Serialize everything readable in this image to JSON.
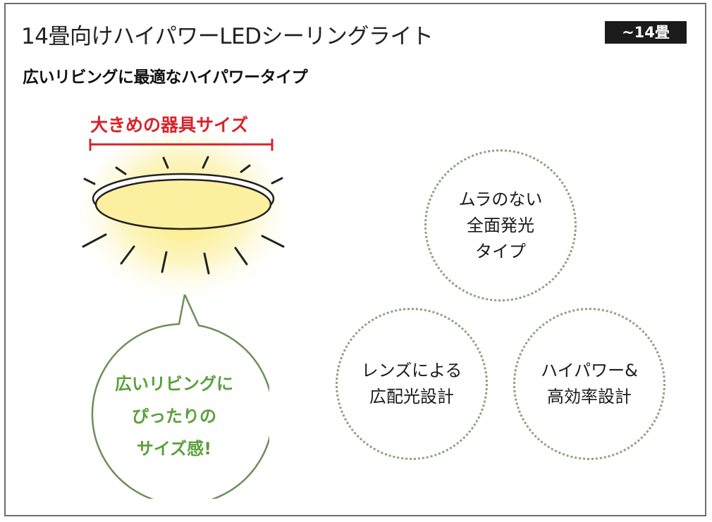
{
  "header": {
    "title": "14畳向けハイパワーLEDシーリングライト",
    "badge": "~14畳",
    "subtitle": "広いリビングに最適なハイパワータイプ"
  },
  "illustration": {
    "size_label": "大きめの器具サイズ",
    "callout_lines": [
      "広いリビングに",
      "ぴったりの",
      "サイズ感!"
    ],
    "colors": {
      "size_label": "#d8232a",
      "callout": "#5aa03c",
      "glow": "#fbe96a"
    }
  },
  "features": [
    {
      "text": "ムラのない\n全面発光\nタイプ"
    },
    {
      "text": "レンズによる\n広配光設計"
    },
    {
      "text": "ハイパワー&\n高効率設計"
    }
  ]
}
